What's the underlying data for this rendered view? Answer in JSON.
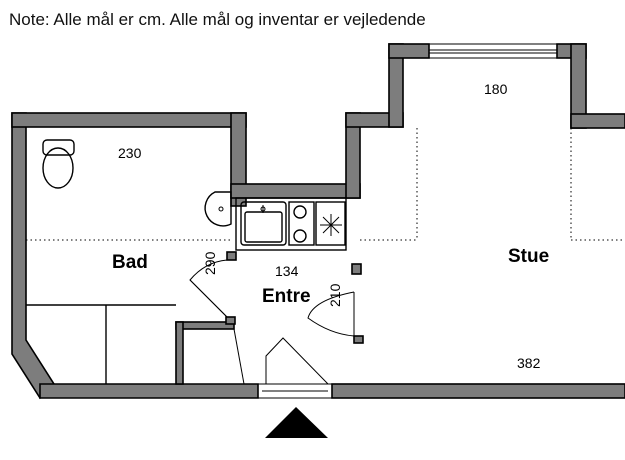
{
  "note": "Note: Alle mål er cm. Alle mål og inventar er vejledende",
  "rooms": {
    "bad": "Bad",
    "entre": "Entre",
    "stue": "Stue"
  },
  "dimensions": {
    "bad_width": "230",
    "bad_height": "290",
    "entre_width": "134",
    "entre_height": "210",
    "stue_top_width": "180",
    "stue_width": "382"
  },
  "colors": {
    "wall_fill": "#7d7d7d",
    "line": "#000000"
  },
  "icons": {
    "toilet": "toilet-icon",
    "sink": "washbasin-icon",
    "kitchen_sink": "kitchen-sink-icon",
    "stove": "stove-icon",
    "entrance": "entrance-arrow-icon"
  }
}
